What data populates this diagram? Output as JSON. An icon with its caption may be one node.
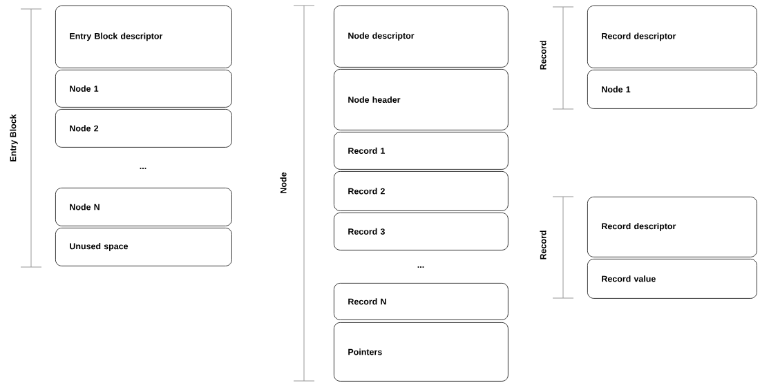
{
  "diagram": {
    "nodes": [
      {
        "text": [
          "Entry Block descriptor"
        ]
      },
      {
        "text": [
          "Node 1"
        ]
      },
      {
        "text": [
          "Node 2"
        ]
      },
      {
        "text": [
          "Node N"
        ]
      },
      {
        "text": [
          "Unused space"
        ]
      },
      {
        "text": [
          "Node descriptor"
        ]
      },
      {
        "text": [
          "Node header"
        ]
      },
      {
        "text": [
          "Record 1"
        ]
      },
      {
        "text": [
          "Record 2"
        ]
      },
      {
        "text": [
          "Record 3"
        ]
      },
      {
        "text": [
          "Record N"
        ]
      },
      {
        "text": [
          "Pointers"
        ]
      },
      {
        "text": [
          "Record descriptor"
        ]
      },
      {
        "text": [
          "Node 1"
        ]
      },
      {
        "text": [
          "Record descriptor"
        ]
      },
      {
        "text": [
          "Record value"
        ]
      }
    ],
    "labels": [
      "Entry Block",
      "...",
      "Node",
      "...",
      "Record",
      "Record"
    ]
  }
}
